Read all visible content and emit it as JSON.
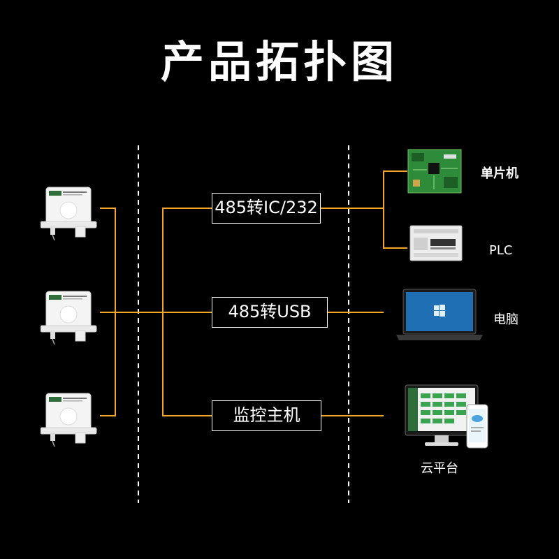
{
  "title": "产品拓扑图",
  "converters": [
    {
      "label": "485转IC/232"
    },
    {
      "label": "485转USB"
    },
    {
      "label": "监控主机"
    }
  ],
  "endpoints": [
    {
      "label": "单片机",
      "icon": "circuit-board-icon"
    },
    {
      "label": "PLC",
      "icon": "plc-icon"
    },
    {
      "label": "电脑",
      "icon": "laptop-icon"
    },
    {
      "label": "云平台",
      "icon": "cloud-platform-icon"
    }
  ],
  "colors": {
    "background": "#000000",
    "line": "#f5a623",
    "text": "#ffffff",
    "divider": "#ffffff"
  }
}
